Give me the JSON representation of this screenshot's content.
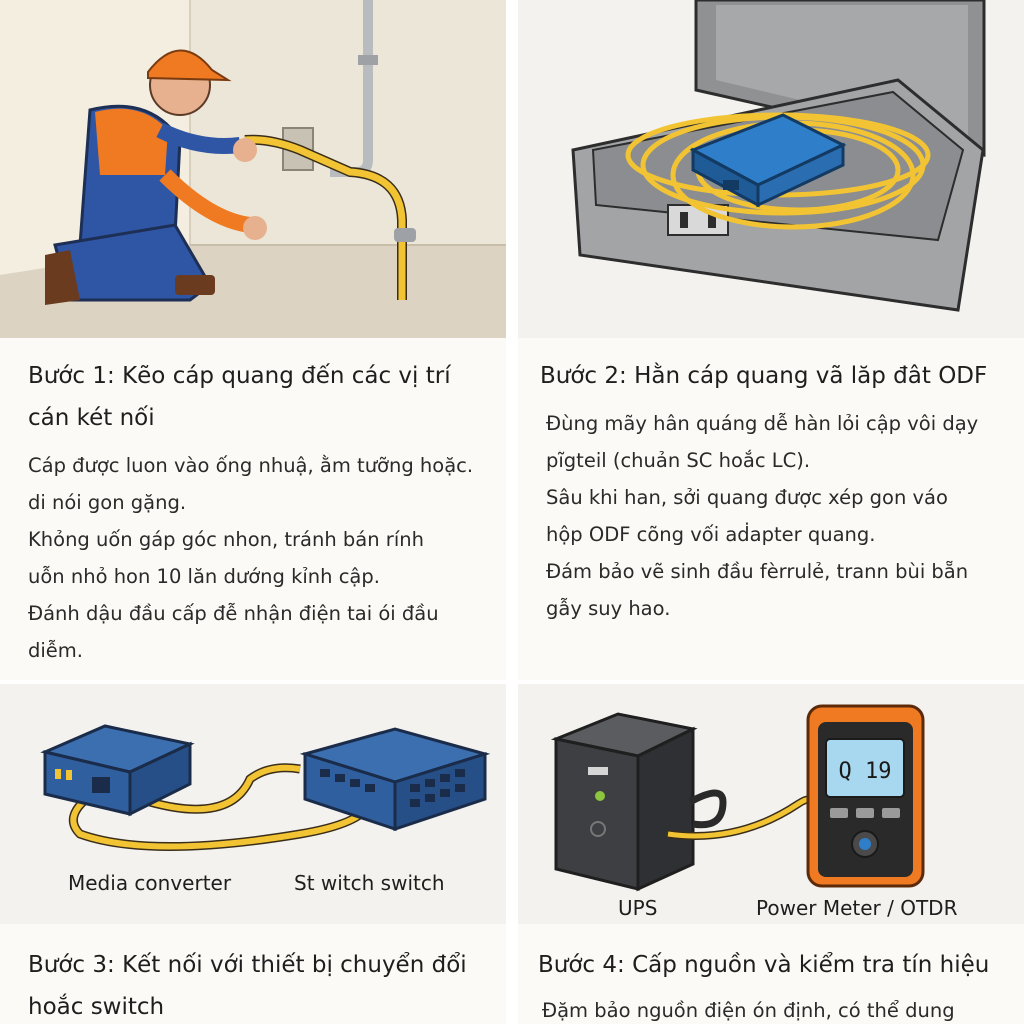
{
  "step1": {
    "heading_lines": [
      "Bước 1: Kẽo cáp quang đến các vị trí",
      "cán két nối"
    ],
    "body_lines": [
      "Cáp được luon vào ống nhuậ, ằm tưỡng hoặc.",
      "di nói gon gặng.",
      "Khỏng uốn gáp góc nhon, tránh bán rính",
      "uỗn nhỏ hon 10 lăn dướng kỉnh cập.",
      "Đánh dậu đầu cấp đễ nhận điện tai ói đầu",
      "diễm."
    ]
  },
  "step2": {
    "heading_lines": [
      "Bước 2: Hằn cáp quang vã lăp đât ODF"
    ],
    "body_lines": [
      "Đùng mãy hân quáng dễ hàn lỏi cập vôi dạy",
      "pĩgteil (chuản SC hoắc LC).",
      "Sâu khi han, sởi quang được xép gon váo",
      "hộp ODF cõng vối aḋapter quang.",
      "Đám bảo vẽ sinh đầu fèrrulẻ, trann bùi bẵn",
      "gẫy suy hao."
    ]
  },
  "step3": {
    "labels": [
      "Media converter",
      "St witch switch"
    ],
    "heading_lines": [
      "Bước 3: Kết nối với thiết bị chuyển đổi",
      "hoắc switch"
    ]
  },
  "step4": {
    "labels": [
      "UPS",
      "Power Meter / OTDR"
    ],
    "meter_reading": "Q 19",
    "heading_lines": [
      "Bước 4: Cấp nguồn và kiểm tra tín hiệu"
    ],
    "body_lines": [
      "Đặm bảo nguồn điện ón định, có thể dung"
    ]
  },
  "colors": {
    "cable_yellow": "#f2c433",
    "device_blue": "#2f5f9e",
    "meter_orange": "#ef7a22",
    "text_bg": "#fbfaf6"
  }
}
